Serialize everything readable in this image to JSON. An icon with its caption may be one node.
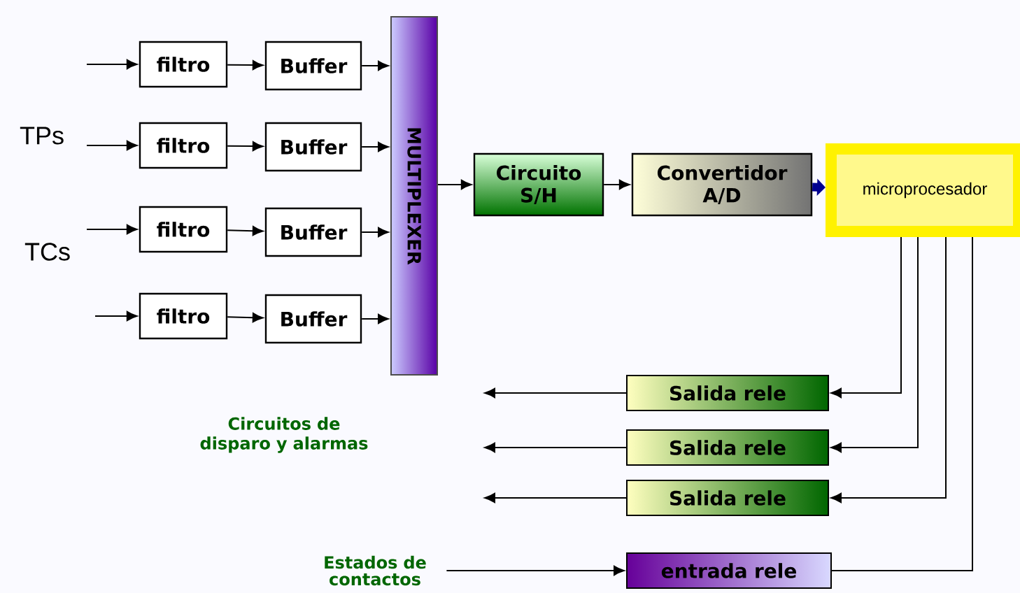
{
  "diagram": {
    "nodes": [
      {
        "text": [
          "filtro"
        ]
      },
      {
        "text": [
          "filtro"
        ]
      },
      {
        "text": [
          "filtro"
        ]
      },
      {
        "text": [
          "filtro"
        ]
      },
      {
        "text": [
          "Buffer"
        ]
      },
      {
        "text": [
          "Buffer"
        ]
      },
      {
        "text": [
          "Buffer"
        ]
      },
      {
        "text": [
          "Buffer"
        ]
      },
      {
        "text": [
          "MULTIPLEXER"
        ]
      },
      {
        "text": [
          "Circuito S/H"
        ]
      },
      {
        "text": [
          "Convertidor A/D"
        ]
      },
      {
        "text": [
          "microprocesador"
        ]
      },
      {
        "text": [
          "Salida rele"
        ]
      },
      {
        "text": [
          "Salida rele"
        ]
      },
      {
        "text": [
          "Salida rele"
        ]
      },
      {
        "text": [
          "entrada rele"
        ]
      },
      {
        "text": [
          "Estados de contactos"
        ]
      }
    ],
    "edges": [
      {
        "from": null,
        "to": 0,
        "arrow": "to"
      },
      {
        "from": null,
        "to": 1,
        "arrow": "to"
      },
      {
        "from": null,
        "to": 2,
        "arrow": "to"
      },
      {
        "from": null,
        "to": 3,
        "arrow": "to"
      },
      {
        "from": 0,
        "to": 4,
        "arrow": "to"
      },
      {
        "from": 1,
        "to": 5,
        "arrow": "to"
      },
      {
        "from": 2,
        "to": 6,
        "arrow": "to"
      },
      {
        "from": 3,
        "to": 7,
        "arrow": "to"
      },
      {
        "from": 4,
        "to": 8,
        "arrow": "to"
      },
      {
        "from": 5,
        "to": 8,
        "arrow": "to"
      },
      {
        "from": 6,
        "to": 8,
        "arrow": "to"
      },
      {
        "from": 7,
        "to": 8,
        "arrow": "to"
      },
      {
        "from": 8,
        "to": 9,
        "arrow": "to"
      },
      {
        "from": 9,
        "to": 10,
        "arrow": "to"
      },
      {
        "from": 10,
        "to": 11,
        "arrow": "to",
        "style": "thick",
        "color": "#000090"
      },
      {
        "from": 11,
        "to": 12,
        "arrow": "to"
      },
      {
        "from": 11,
        "to": 13,
        "arrow": "to"
      },
      {
        "from": 11,
        "to": 14,
        "arrow": "to"
      },
      {
        "from": 12,
        "to": null,
        "arrow": "to"
      },
      {
        "from": 13,
        "to": null,
        "arrow": "to"
      },
      {
        "from": 14,
        "to": null,
        "arrow": "to"
      },
      {
        "from": 11,
        "to": 15,
        "arrow": "none"
      },
      {
        "from": 16,
        "to": 15,
        "arrow": "to"
      }
    ],
    "labels": [
      "TPs",
      "TCs",
      "Circuitos de disparo y alarmas"
    ]
  }
}
